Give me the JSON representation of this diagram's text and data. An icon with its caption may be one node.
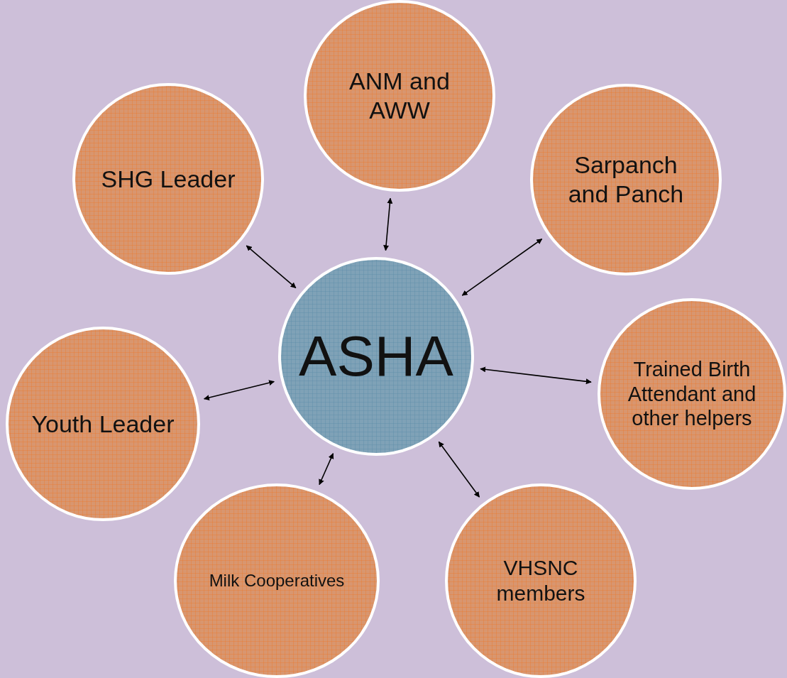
{
  "diagram": {
    "nodes": [
      {
        "text": [
          "ANM and AWW"
        ]
      },
      {
        "text": [
          "SHG Leader"
        ]
      },
      {
        "text": [
          "Sarpanch and Panch"
        ]
      },
      {
        "text": [
          "ASHA"
        ]
      },
      {
        "text": [
          "Youth Leader"
        ]
      },
      {
        "text": [
          "Trained Birth Attendant and other helpers"
        ]
      },
      {
        "text": [
          "Milk Cooperatives"
        ]
      },
      {
        "text": [
          "VHSNC members"
        ]
      }
    ],
    "edges": [
      {
        "from": 3,
        "to": 0,
        "arrow": "both"
      },
      {
        "from": 3,
        "to": 1,
        "arrow": "both"
      },
      {
        "from": 3,
        "to": 2,
        "arrow": "both"
      },
      {
        "from": 3,
        "to": 4,
        "arrow": "both"
      },
      {
        "from": 3,
        "to": 5,
        "arrow": "both"
      },
      {
        "from": 3,
        "to": 6,
        "arrow": "both"
      },
      {
        "from": 3,
        "to": 7,
        "arrow": "both"
      }
    ]
  }
}
